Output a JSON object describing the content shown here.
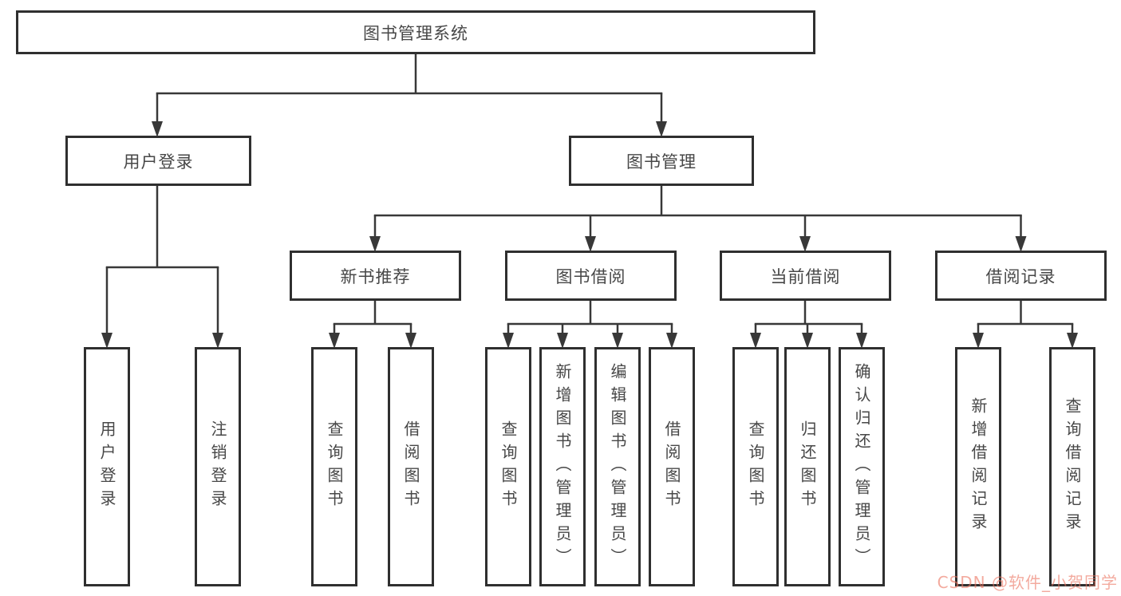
{
  "watermark": "CSDN @软件_小贺同学",
  "colors": {
    "background": "#ffffff",
    "box_border": "#2f2f2f",
    "line": "#383838",
    "text": "#474747",
    "watermark": "#eb7662"
  },
  "tree": {
    "root": {
      "label": "图书管理系统",
      "children": [
        {
          "label": "用户登录",
          "children": [
            {
              "label": "用户登录"
            },
            {
              "label": "注销登录"
            }
          ]
        },
        {
          "label": "图书管理",
          "children": [
            {
              "label": "新书推荐",
              "children": [
                {
                  "label": "查询图书"
                },
                {
                  "label": "借阅图书"
                }
              ]
            },
            {
              "label": "图书借阅",
              "children": [
                {
                  "label": "查询图书"
                },
                {
                  "label": "新增图书（管理员）"
                },
                {
                  "label": "编辑图书（管理员）"
                },
                {
                  "label": "借阅图书"
                }
              ]
            },
            {
              "label": "当前借阅",
              "children": [
                {
                  "label": "查询图书"
                },
                {
                  "label": "归还图书"
                },
                {
                  "label": "确认归还（管理员）"
                }
              ]
            },
            {
              "label": "借阅记录",
              "children": [
                {
                  "label": "新增借阅记录"
                },
                {
                  "label": "查询借阅记录"
                }
              ]
            }
          ]
        }
      ]
    }
  }
}
